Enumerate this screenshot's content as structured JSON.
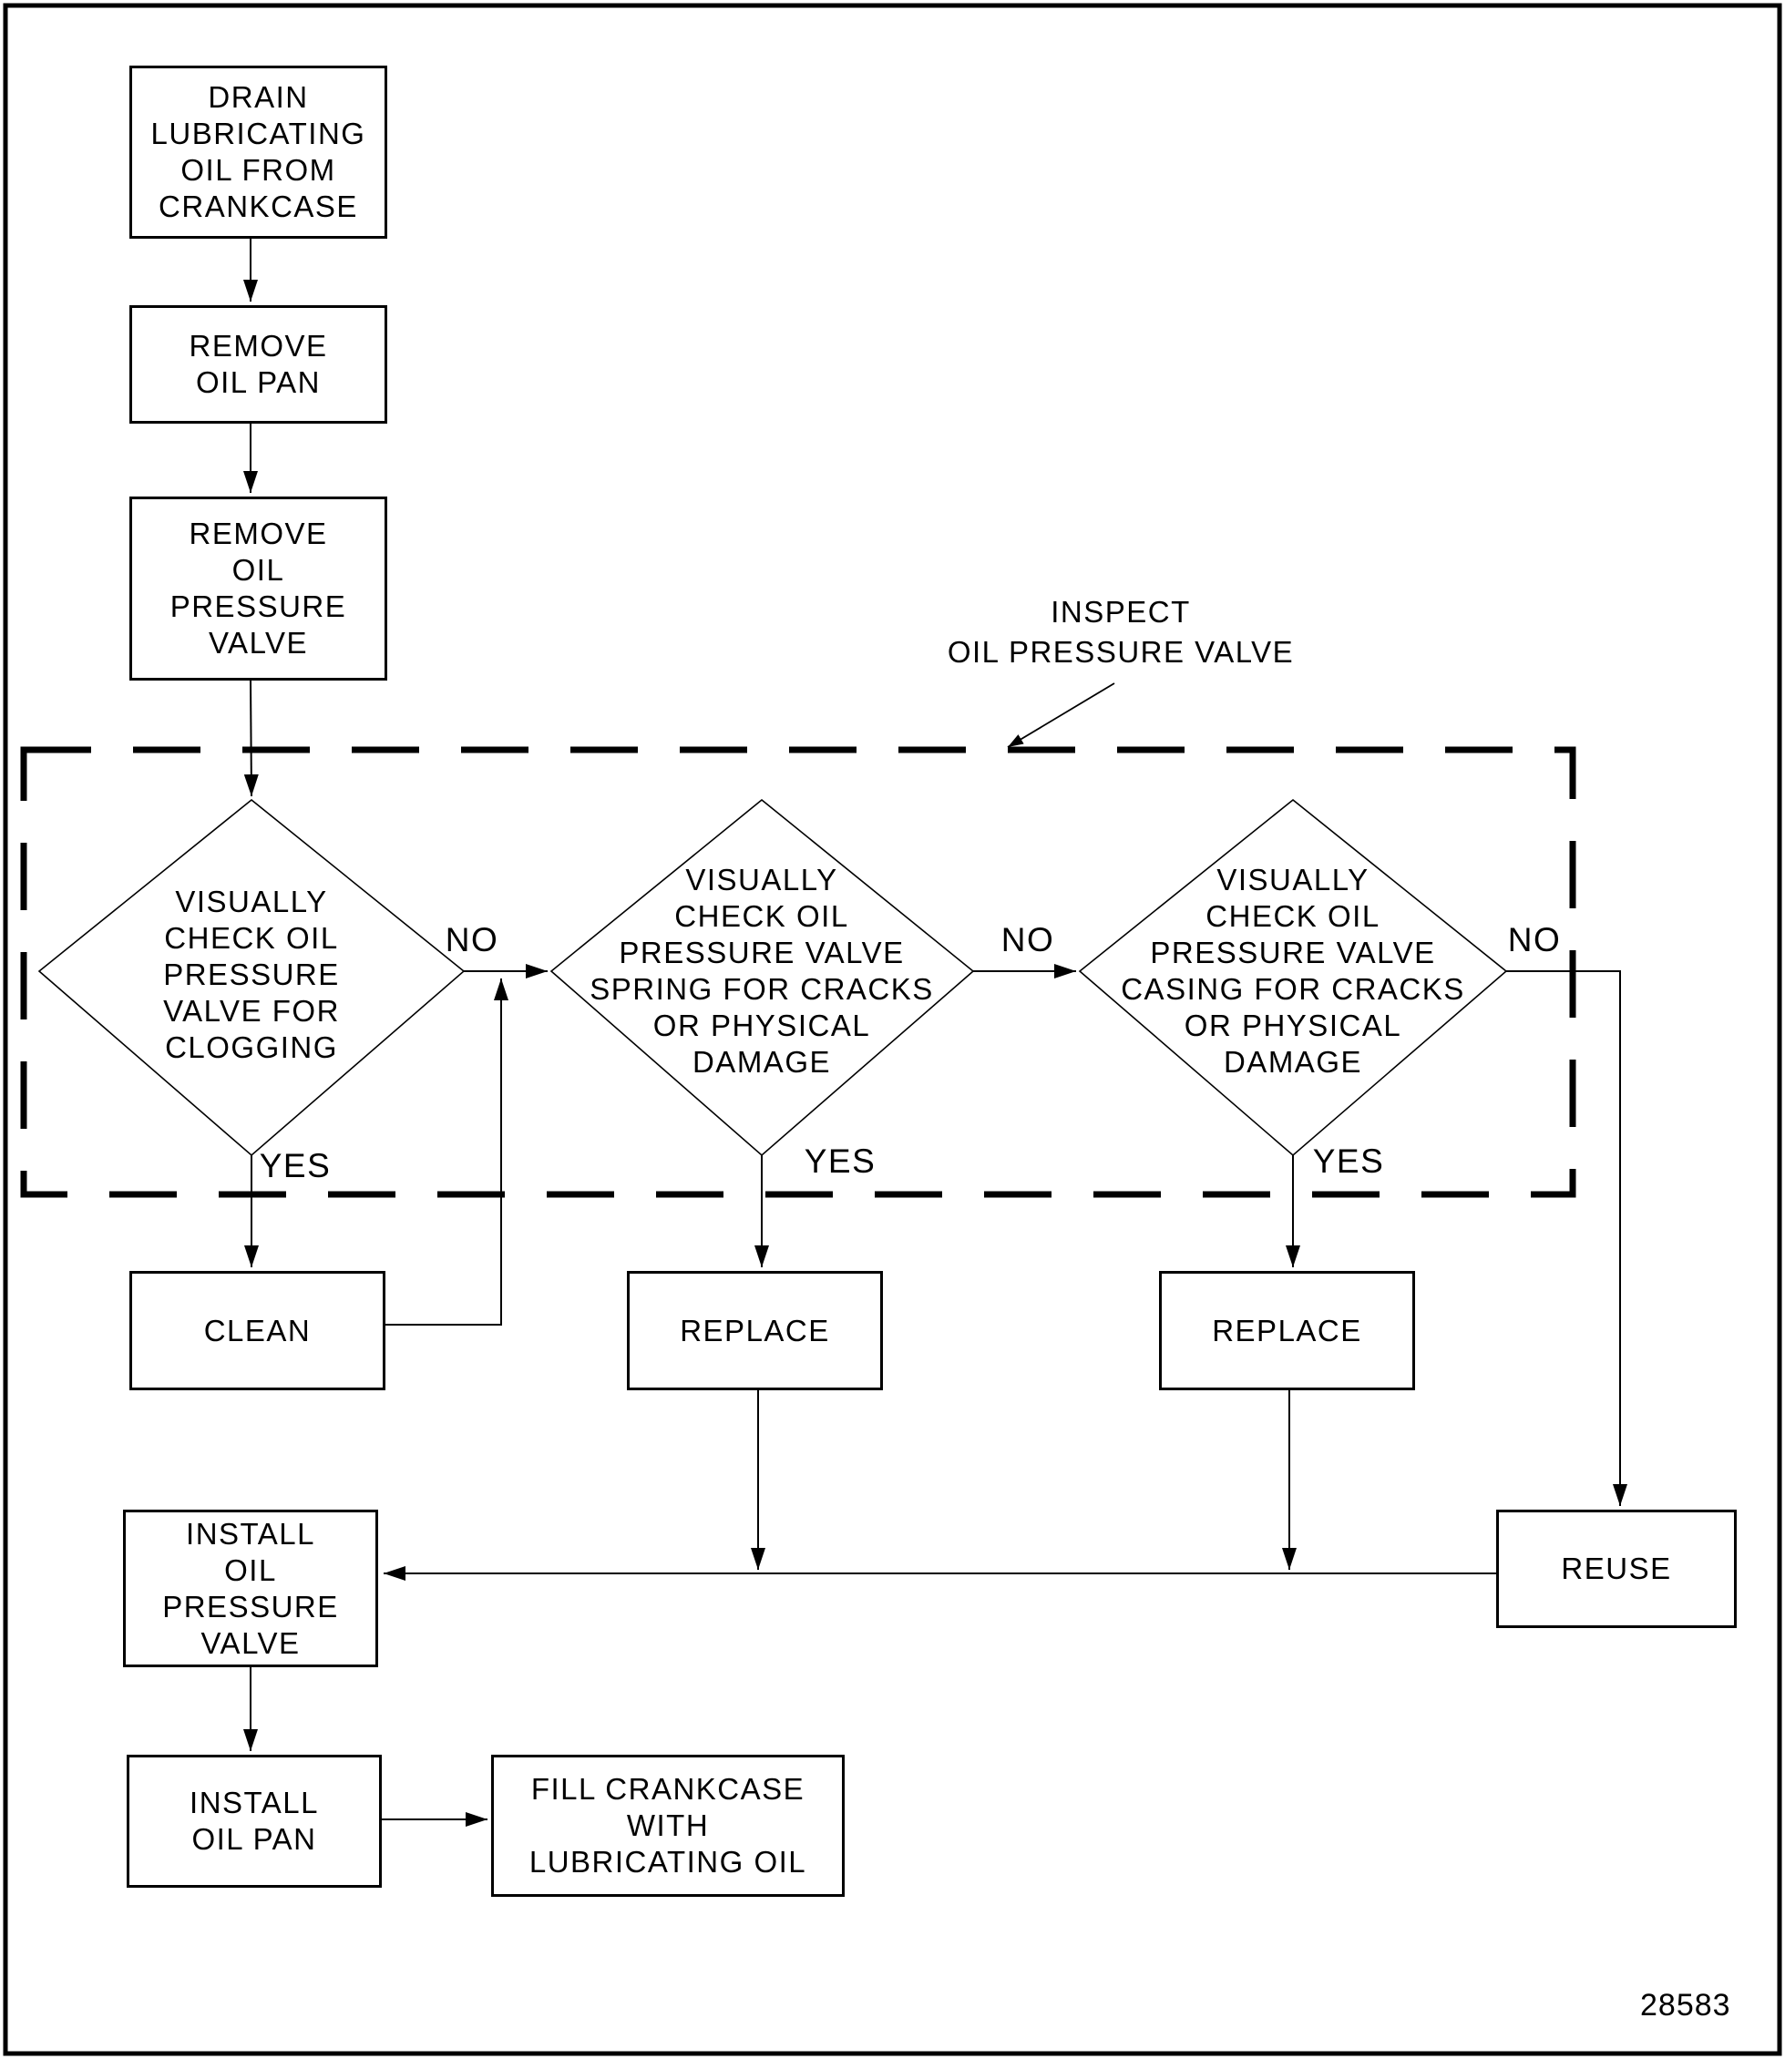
{
  "page": {
    "figure_number": "28583"
  },
  "labels": {
    "inspect": [
      "INSPECT",
      "OIL PRESSURE VALVE"
    ],
    "no": "NO",
    "yes": "YES"
  },
  "nodes": {
    "drain": {
      "lines": [
        "DRAIN",
        "LUBRICATING",
        "OIL FROM",
        "CRANKCASE"
      ]
    },
    "remove_oil_pan": {
      "lines": [
        "REMOVE",
        "OIL PAN"
      ]
    },
    "remove_opv": {
      "lines": [
        "REMOVE",
        "OIL",
        "PRESSURE",
        "VALVE"
      ]
    },
    "check_clogging": {
      "lines": [
        "VISUALLY",
        "CHECK OIL",
        "PRESSURE",
        "VALVE FOR",
        "CLOGGING"
      ]
    },
    "check_spring": {
      "lines": [
        "VISUALLY",
        "CHECK OIL",
        "PRESSURE VALVE",
        "SPRING FOR CRACKS",
        "OR PHYSICAL",
        "DAMAGE"
      ]
    },
    "check_casing": {
      "lines": [
        "VISUALLY",
        "CHECK OIL",
        "PRESSURE VALVE",
        "CASING FOR CRACKS",
        "OR PHYSICAL",
        "DAMAGE"
      ]
    },
    "clean": {
      "label": "CLEAN"
    },
    "replace_spring": {
      "label": "REPLACE"
    },
    "replace_casing": {
      "label": "REPLACE"
    },
    "reuse": {
      "label": "REUSE"
    },
    "install_opv": {
      "lines": [
        "INSTALL",
        "OIL",
        "PRESSURE",
        "VALVE"
      ]
    },
    "install_oil_pan": {
      "lines": [
        "INSTALL",
        "OIL PAN"
      ]
    },
    "fill_crankcase": {
      "lines": [
        "FILL CRANKCASE",
        "WITH",
        "LUBRICATING OIL"
      ]
    }
  }
}
